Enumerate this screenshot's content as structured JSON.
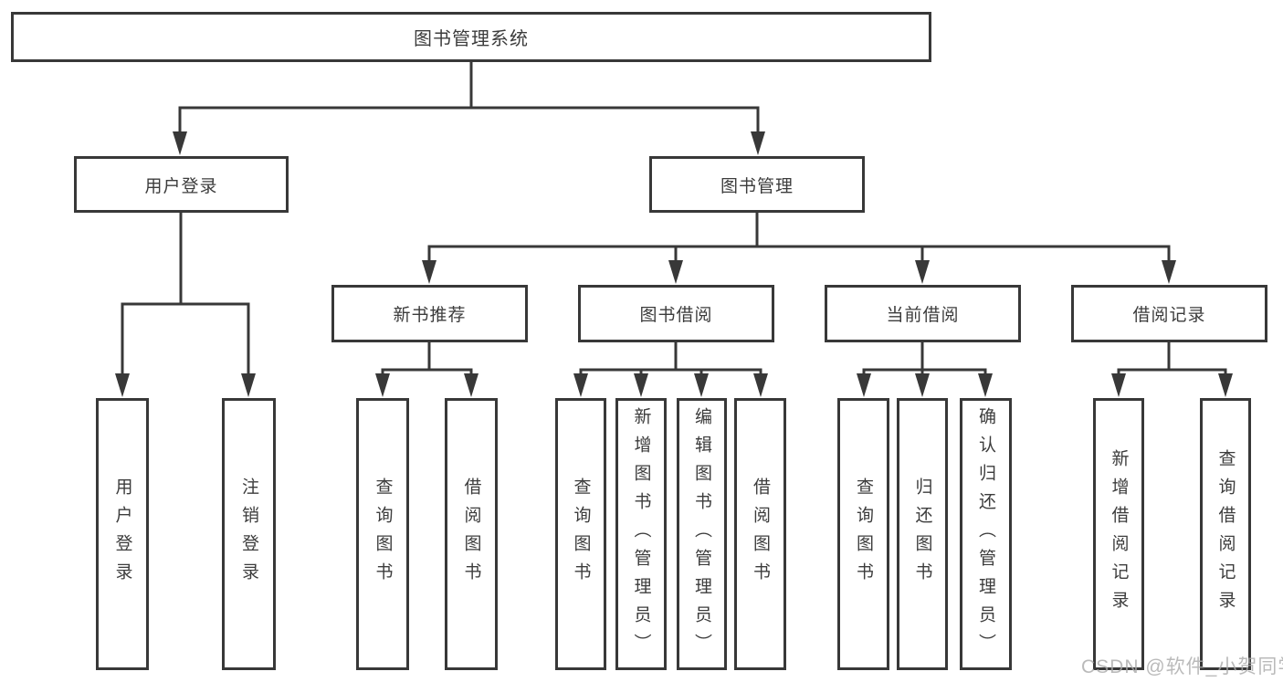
{
  "colors": {
    "line": "#383838",
    "text": "#3c3c3c",
    "background": "#ffffff",
    "watermark": "#a9a9a9"
  },
  "watermark": {
    "text": "CSDN @软件_小贺同学"
  },
  "tree": {
    "root": {
      "label": "图书管理系统"
    },
    "branches": [
      {
        "label": "用户登录",
        "children": [
          {
            "label": "用户登录"
          },
          {
            "label": "注销登录"
          }
        ]
      },
      {
        "label": "图书管理",
        "children": [
          {
            "label": "新书推荐",
            "children": [
              {
                "label": "查询图书"
              },
              {
                "label": "借阅图书"
              }
            ]
          },
          {
            "label": "图书借阅",
            "children": [
              {
                "label": "查询图书"
              },
              {
                "label": "新增图书（管理员）"
              },
              {
                "label": "编辑图书（管理员）"
              },
              {
                "label": "借阅图书"
              }
            ]
          },
          {
            "label": "当前借阅",
            "children": [
              {
                "label": "查询图书"
              },
              {
                "label": "归还图书"
              },
              {
                "label": "确认归还（管理员）"
              }
            ]
          },
          {
            "label": "借阅记录",
            "children": [
              {
                "label": "新增借阅记录"
              },
              {
                "label": "查询借阅记录"
              }
            ]
          }
        ]
      }
    ]
  }
}
